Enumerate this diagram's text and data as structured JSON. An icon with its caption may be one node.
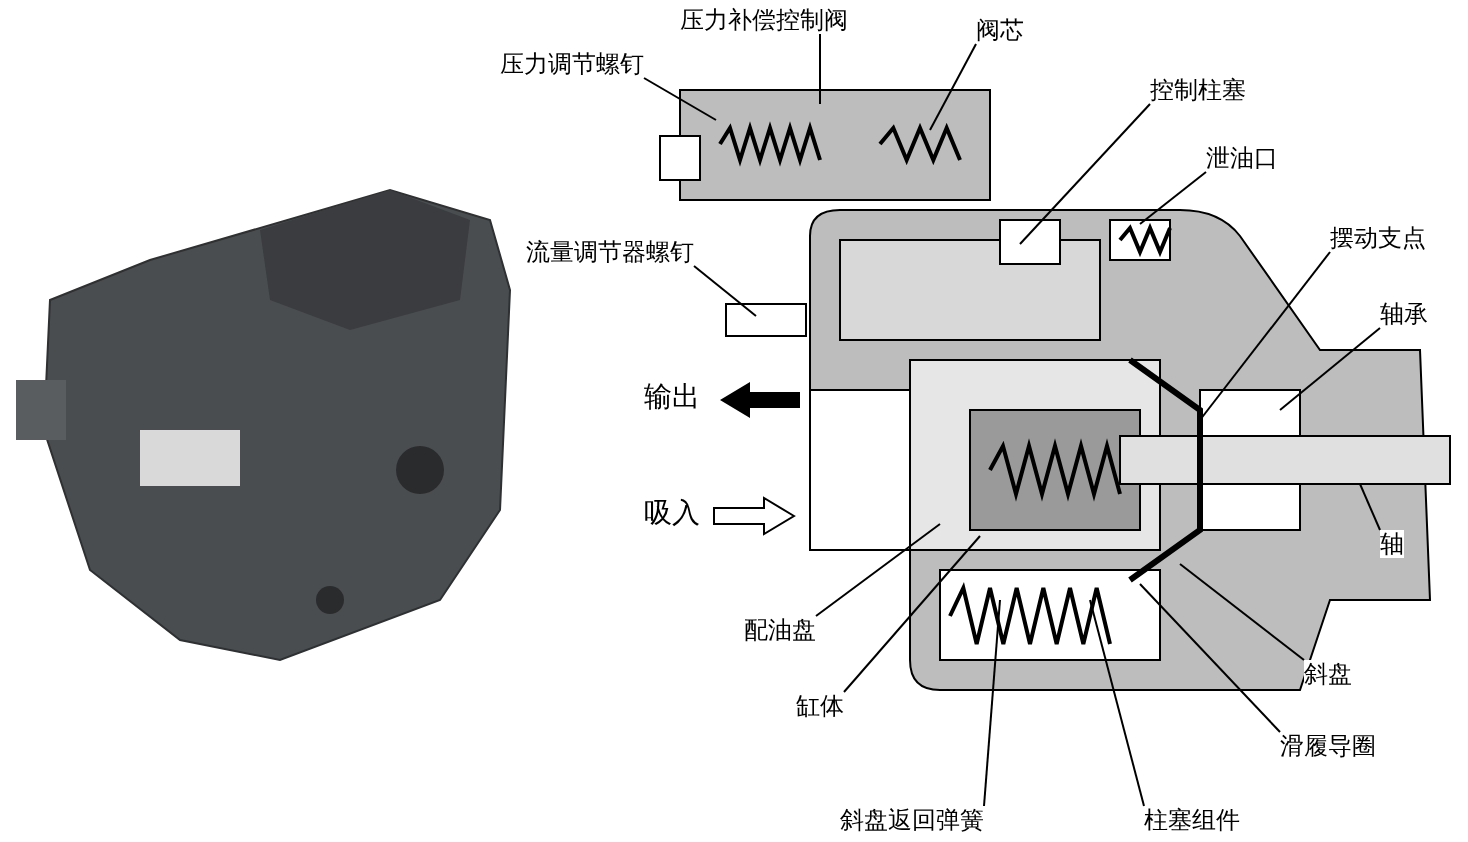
{
  "diagram": {
    "nodes": [
      {
        "text": [
          "压力补偿控制阀"
        ]
      },
      {
        "text": [
          "阀芯"
        ]
      },
      {
        "text": [
          "压力调节螺钉"
        ]
      },
      {
        "text": [
          "控制柱塞"
        ]
      },
      {
        "text": [
          "泄油口"
        ]
      },
      {
        "text": [
          "流量调节器螺钉"
        ]
      },
      {
        "text": [
          "摆动支点"
        ]
      },
      {
        "text": [
          "轴承"
        ]
      },
      {
        "text": [
          "轴"
        ]
      },
      {
        "text": [
          "配油盘"
        ]
      },
      {
        "text": [
          "斜盘"
        ]
      },
      {
        "text": [
          "缸体"
        ]
      },
      {
        "text": [
          "滑履导圈"
        ]
      },
      {
        "text": [
          "斜盘返回弹簧"
        ]
      },
      {
        "text": [
          "柱塞组件"
        ]
      }
    ],
    "edges": [
      {
        "from": 0,
        "to": null,
        "arrow": "none"
      },
      {
        "from": 1,
        "to": null,
        "arrow": "none"
      },
      {
        "from": 2,
        "to": null,
        "arrow": "none"
      },
      {
        "from": 3,
        "to": null,
        "arrow": "none"
      },
      {
        "from": 4,
        "to": null,
        "arrow": "none"
      },
      {
        "from": 5,
        "to": null,
        "arrow": "none"
      },
      {
        "from": 6,
        "to": null,
        "arrow": "none"
      },
      {
        "from": 7,
        "to": null,
        "arrow": "none"
      },
      {
        "from": 8,
        "to": null,
        "arrow": "none"
      },
      {
        "from": 9,
        "to": null,
        "arrow": "none"
      },
      {
        "from": 10,
        "to": null,
        "arrow": "none"
      },
      {
        "from": 11,
        "to": null,
        "arrow": "none"
      },
      {
        "from": 12,
        "to": null,
        "arrow": "none"
      },
      {
        "from": 13,
        "to": null,
        "arrow": "none"
      },
      {
        "from": 14,
        "to": null,
        "arrow": "none"
      }
    ],
    "labels": [
      "输出",
      "吸入"
    ]
  }
}
